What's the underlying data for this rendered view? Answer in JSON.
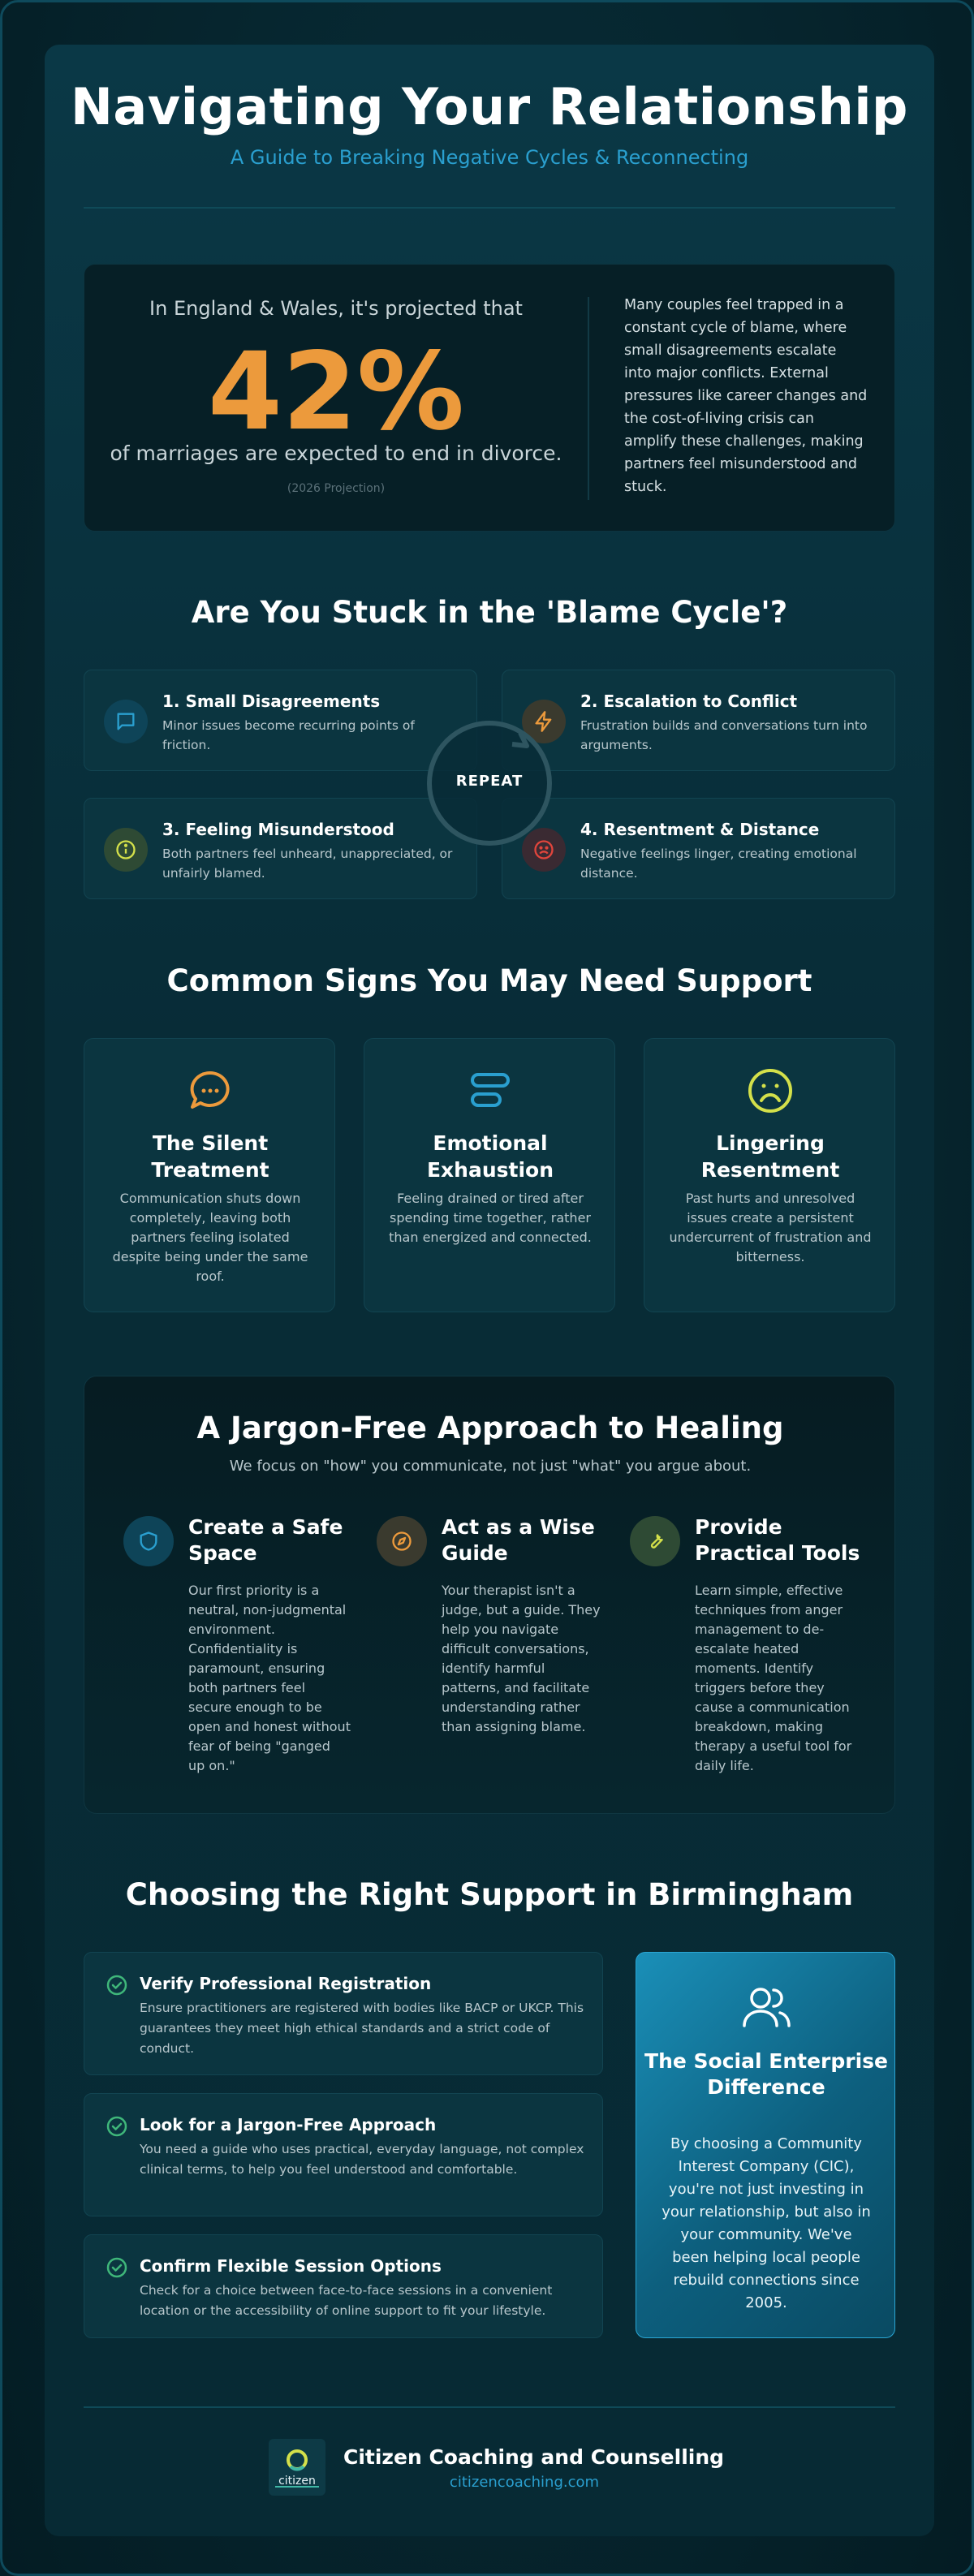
{
  "header": {
    "title": "Navigating Your Relationship",
    "subtitle": "A Guide to Breaking Negative Cycles & Reconnecting"
  },
  "stat": {
    "intro": "In England & Wales, it's projected that",
    "value": "42%",
    "tail": "of marriages are expected to end in divorce.",
    "note": "(2026 Projection)",
    "side_text": "Many couples feel trapped in a constant cycle of blame, where small disagreements escalate into major conflicts. External pressures like career changes and the cost-of-living crisis can amplify these challenges, making partners feel misunderstood and stuck."
  },
  "blame_cycle": {
    "title": "Are You Stuck in the 'Blame Cycle'?",
    "center_label": "REPEAT",
    "steps": [
      {
        "title": "1. Small Disagreements",
        "desc": "Minor issues become recurring points of friction.",
        "icon": "chat-icon",
        "color": "#2a9fcf"
      },
      {
        "title": "2. Escalation to Conflict",
        "desc": "Frustration builds and conversations turn into arguments.",
        "icon": "lightning-icon",
        "color": "#ec9a3c"
      },
      {
        "title": "3. Feeling Misunderstood",
        "desc": "Both partners feel unheard, unappreciated, or unfairly blamed.",
        "icon": "info-icon",
        "color": "#d4e04a"
      },
      {
        "title": "4. Resentment & Distance",
        "desc": "Negative feelings linger, creating emotional distance.",
        "icon": "frown-icon",
        "color": "#e0453c"
      }
    ]
  },
  "signs": {
    "title": "Common Signs You May Need Support",
    "items": [
      {
        "title": "The Silent Treatment",
        "desc": "Communication shuts down completely, leaving both partners feeling isolated despite being under the same roof.",
        "icon": "speech-bubble-icon",
        "color": "#ec9a3c"
      },
      {
        "title": "Emotional Exhaustion",
        "desc": "Feeling drained or tired after spending time together, rather than energized and connected.",
        "icon": "bars-icon",
        "color": "#2a9fcf"
      },
      {
        "title": "Lingering Resentment",
        "desc": "Past hurts and unresolved issues create a persistent undercurrent of frustration and bitterness.",
        "icon": "sad-face-icon",
        "color": "#d4e04a"
      }
    ]
  },
  "approach": {
    "title": "A Jargon-Free Approach to Healing",
    "subtitle": "We focus on \"how\" you communicate, not just \"what\" you argue about.",
    "items": [
      {
        "title": "Create a Safe Space",
        "desc": "Our first priority is a neutral, non-judgmental environment. Confidentiality is paramount, ensuring both partners feel secure enough to be open and honest without fear of being \"ganged up on.\"",
        "icon": "shield-icon",
        "color": "#2a9fcf"
      },
      {
        "title": "Act as a Wise Guide",
        "desc": "Your therapist isn't a judge, but a guide. They help you navigate difficult conversations, identify harmful patterns, and facilitate understanding rather than assigning blame.",
        "icon": "compass-icon",
        "color": "#ec9a3c"
      },
      {
        "title": "Provide Practical Tools",
        "desc": "Learn simple, effective techniques from anger management to de-escalate heated moments. Identify triggers before they cause a communication breakdown, making therapy a useful tool for daily life.",
        "icon": "wrench-icon",
        "color": "#d4e04a"
      }
    ]
  },
  "support": {
    "title": "Choosing the Right Support in Birmingham",
    "items": [
      {
        "title": "Verify Professional Registration",
        "desc": "Ensure practitioners are registered with bodies like BACP or UKCP. This guarantees they meet high ethical standards and a strict code of conduct."
      },
      {
        "title": "Look for a Jargon-Free Approach",
        "desc": "You need a guide who uses practical, everyday language, not complex clinical terms, to help you feel understood and comfortable."
      },
      {
        "title": "Confirm Flexible Session Options",
        "desc": "Check for a choice between face-to-face sessions in a convenient location or the accessibility of online support to fit your lifestyle."
      }
    ],
    "cic": {
      "title": "The Social Enterprise Difference",
      "desc": "By choosing a Community Interest Company (CIC), you're not just investing in your relationship, but also in your community. We've been helping local people rebuild connections since 2005.",
      "icon": "users-icon"
    }
  },
  "footer": {
    "logo_text": "citizen",
    "name": "Citizen Coaching and Counselling",
    "url": "citizencoaching.com"
  },
  "colors": {
    "accent_blue": "#2a9fcf",
    "accent_orange": "#ec9a3c",
    "accent_yellow": "#d4e04a",
    "accent_red": "#e0453c",
    "accent_green": "#3fb77a"
  }
}
